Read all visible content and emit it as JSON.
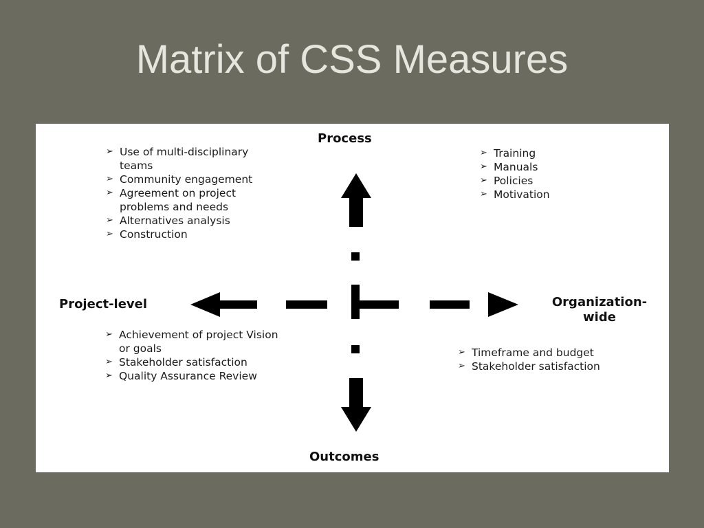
{
  "title": "Matrix of CSS Measures",
  "axes": {
    "top": "Process",
    "bottom": "Outcomes",
    "left": "Project-level",
    "right_line1": "Organization-",
    "right_line2": "wide"
  },
  "bullet_glyph": "➢",
  "quadrants": {
    "process_project": [
      "Use of multi-disciplinary teams",
      "Community engagement",
      "Agreement on project problems and needs",
      "Alternatives analysis",
      "Construction"
    ],
    "process_org": [
      "Training",
      "Manuals",
      "Policies",
      "Motivation"
    ],
    "outcomes_project": [
      "Achievement of project Vision or goals",
      "Stakeholder satisfaction",
      "Quality Assurance Review"
    ],
    "outcomes_org": [
      "Timeframe and budget",
      "Stakeholder satisfaction"
    ]
  },
  "colors": {
    "background": "#6b6b5f",
    "panel": "#ffffff",
    "title": "#e6e6df",
    "ink": "#111111"
  }
}
